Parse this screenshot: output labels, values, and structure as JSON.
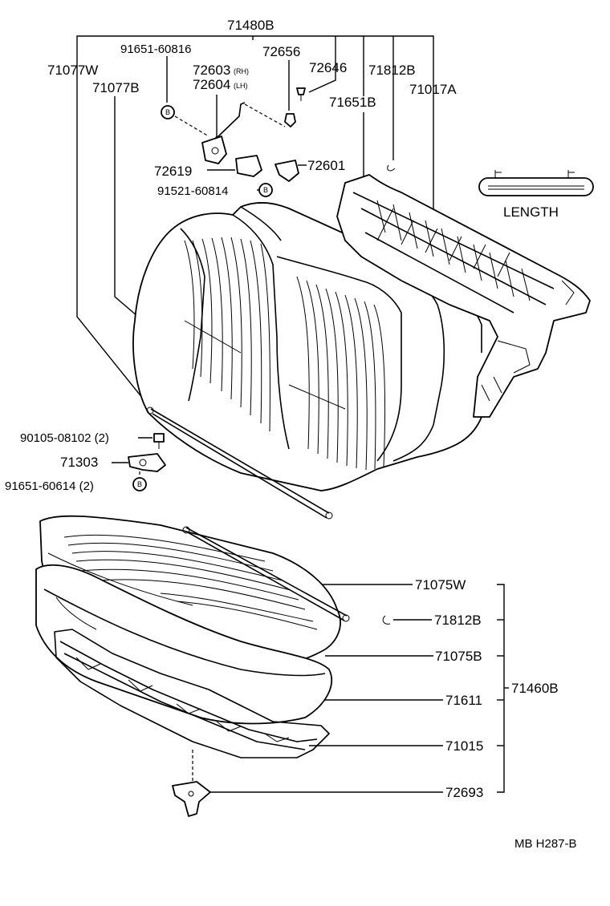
{
  "diagram": {
    "labels": {
      "p71480B": "71480B",
      "p91651_60816": "91651-60816",
      "p72656": "72656",
      "p71077W": "71077W",
      "p72603": "72603",
      "p72603_suffix": "(RH)",
      "p72604": "72604",
      "p72604_suffix": "(LH)",
      "p72646": "72646",
      "p71812B_top": "71812B",
      "p71077B": "71077B",
      "p71017A": "71017A",
      "p71651B": "71651B",
      "p72619": "72619",
      "p72601": "72601",
      "p91521_60814": "91521-60814",
      "length": "LENGTH",
      "p90105_08102": "90105-08102 (2)",
      "p71303": "71303",
      "p91651_60614": "91651-60614 (2)",
      "p71075W": "71075W",
      "p71812B_bottom": "71812B",
      "p71075B": "71075B",
      "p71460B": "71460B",
      "p71611": "71611",
      "p71015": "71015",
      "p72693": "72693",
      "bolt_mark": "B",
      "drawing_code": "MB H287-B"
    }
  }
}
